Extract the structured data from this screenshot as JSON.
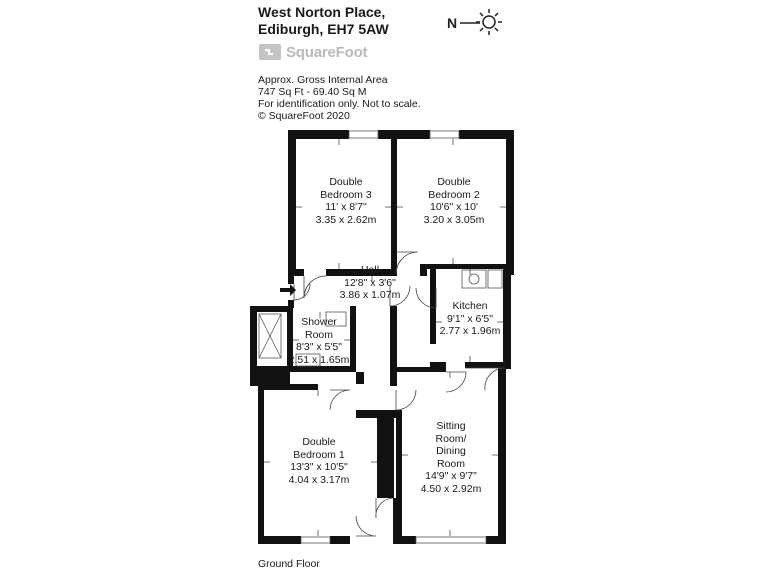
{
  "header": {
    "address_line1": "West Norton Place,",
    "address_line2": "Ediburgh, EH7 5AW"
  },
  "logo": {
    "text": "SquareFoot",
    "icon": "squarefoot-logo-icon"
  },
  "meta": {
    "line1": "Approx. Gross Internal Area",
    "line2": "747 Sq Ft  -  69.40 Sq M",
    "line3": "For identification only. Not to scale.",
    "line4": "© SquareFoot 2020"
  },
  "compass": {
    "label": "N",
    "icon": "sun-icon"
  },
  "rooms": {
    "bed3": {
      "name1": "Double",
      "name2": "Bedroom 3",
      "imperial": "11' x 8'7\"",
      "metric": "3.35 x 2.62m"
    },
    "bed2": {
      "name1": "Double",
      "name2": "Bedroom 2",
      "imperial": "10'6\" x 10'",
      "metric": "3.20 x 3.05m"
    },
    "hall": {
      "name": "Hall",
      "imperial": "12'8\" x 3'6\"",
      "metric": "3.86 x 1.07m"
    },
    "kitchen": {
      "name": "Kitchen",
      "imperial": "9'1\" x 6'5\"",
      "metric": "2.77 x 1.96m"
    },
    "shower": {
      "name1": "Shower",
      "name2": "Room",
      "imperial": "8'3\" x 5'5\"",
      "metric": "2.51 x 1.65m"
    },
    "bed1": {
      "name1": "Double",
      "name2": "Bedroom 1",
      "imperial": "13'3\" x 10'5\"",
      "metric": "4.04 x 3.17m"
    },
    "sitting": {
      "name1": "Sitting",
      "name2": "Room/",
      "name3": "Dining",
      "name4": "Room",
      "imperial": "14'9\" x 9'7\"",
      "metric": "4.50 x 2.92m"
    }
  },
  "footer": {
    "floor": "Ground Floor"
  },
  "colors": {
    "wall": "#111111",
    "logo": "#b9b9b9"
  }
}
